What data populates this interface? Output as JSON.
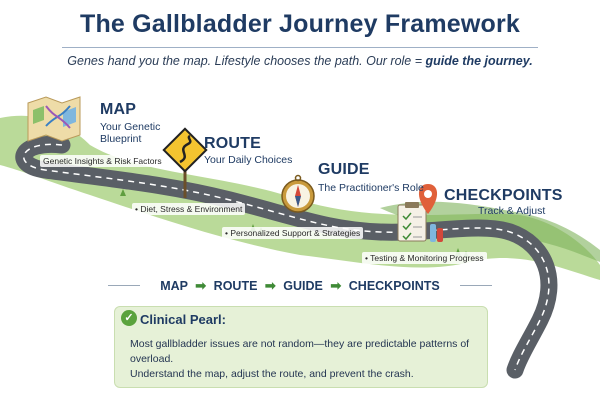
{
  "header": {
    "title": "The Gallbladder Journey Framework",
    "subtitle_start": "Genes hand you the map. Lifestyle chooses the path. Our role = ",
    "subtitle_emphasis": "guide the journey."
  },
  "stages": [
    {
      "title": "MAP",
      "subtitle": "Your Genetic Blueprint",
      "icon": "map-dna-icon"
    },
    {
      "title": "ROUTE",
      "subtitle": "Your Daily Choices",
      "icon": "winding-road-sign-icon"
    },
    {
      "title": "GUIDE",
      "subtitle": "The Practitioner's Role",
      "icon": "compass-icon"
    },
    {
      "title": "CHECKPOINTS",
      "subtitle": "Track & Adjust",
      "icon": "clipboard-pin-icon"
    }
  ],
  "road_labels": [
    "Genetic Insights & Risk Factors",
    "• Diet, Stress & Environment",
    "• Personalized Support & Strategies",
    "• Testing & Monitoring Progress"
  ],
  "flow": {
    "steps": [
      "MAP",
      "ROUTE",
      "GUIDE",
      "CHECKPOINTS"
    ],
    "arrow": "➡"
  },
  "pearl": {
    "title": "Clinical Pearl:",
    "line1": "Most gallbladder issues are not random—they are predictable patterns of overload.",
    "line2": "Understand the map, adjust the route, and prevent the crash."
  },
  "colors": {
    "navy": "#1f3b63",
    "grass": "#8cc06a",
    "road": "#5a5f66",
    "accent_green": "#3f8a36",
    "pin_orange": "#e0603a",
    "sign_yellow": "#f4c430"
  }
}
